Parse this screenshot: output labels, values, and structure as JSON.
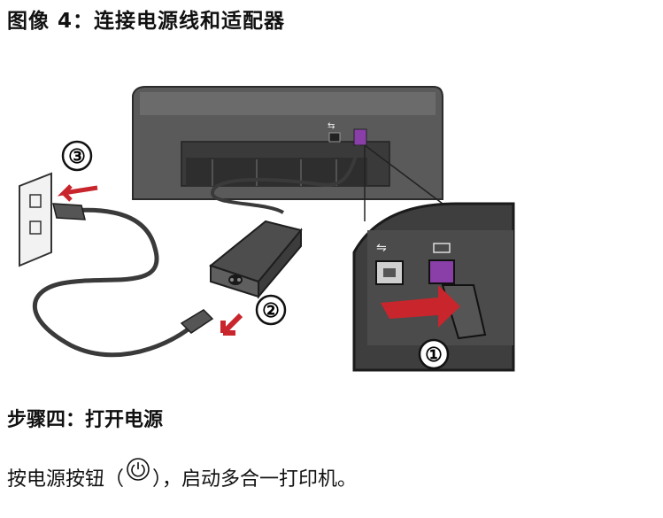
{
  "document": {
    "heading": "图像 4：连接电源线和适配器",
    "step_title": "步骤四：打开电源",
    "instruction_before": "按电源按钮（",
    "instruction_after": "），启动多合一打印机。"
  },
  "figure": {
    "callouts": [
      "①",
      "②",
      "③"
    ],
    "icons": [
      "printer-illustration",
      "power-adapter",
      "power-cord",
      "wall-outlet",
      "usb-symbol",
      "power-port",
      "power-button-icon"
    ],
    "colors": {
      "arrow": "#c8262c",
      "printer": "#4a4a4a",
      "outlet": "#f2f2f2",
      "port_purple": "#8a3ea8"
    }
  }
}
